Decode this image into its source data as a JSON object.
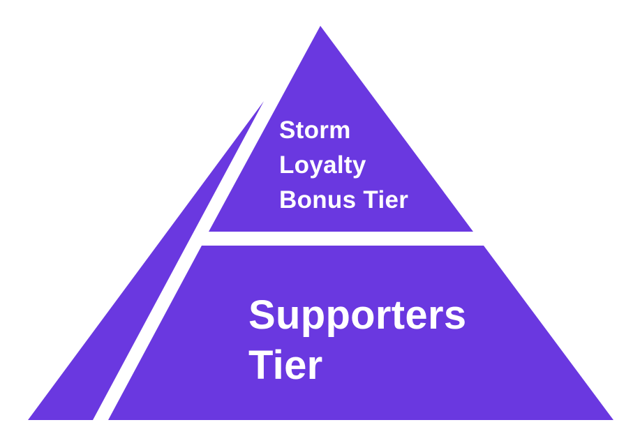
{
  "diagram": {
    "fill_color": "#6a38e0",
    "background_color": "#ffffff",
    "tiers": [
      {
        "id": "top",
        "label": "Storm\nLoyalty\nBonus Tier"
      },
      {
        "id": "bottom",
        "label": "Supporters\nTier"
      }
    ]
  }
}
